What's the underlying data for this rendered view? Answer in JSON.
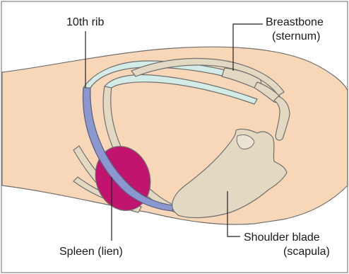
{
  "labels": {
    "rib_10": "10th rib",
    "breastbone_line1": "Breastbone",
    "breastbone_line2": "(sternum)",
    "shoulder_blade_line1": "Shoulder blade",
    "shoulder_blade_line2": "(scapula)",
    "spleen": "Spleen (lien)"
  },
  "colors": {
    "frame": "#9a9a9a",
    "skin": "#f7d7b8",
    "outline": "#6f6f6f",
    "bone": "#e3d9c3",
    "cartilage": "#d3ece8",
    "highlighted_rib": "#8b97cf",
    "spleen": "#c0146e",
    "leader_line": "#222222"
  }
}
